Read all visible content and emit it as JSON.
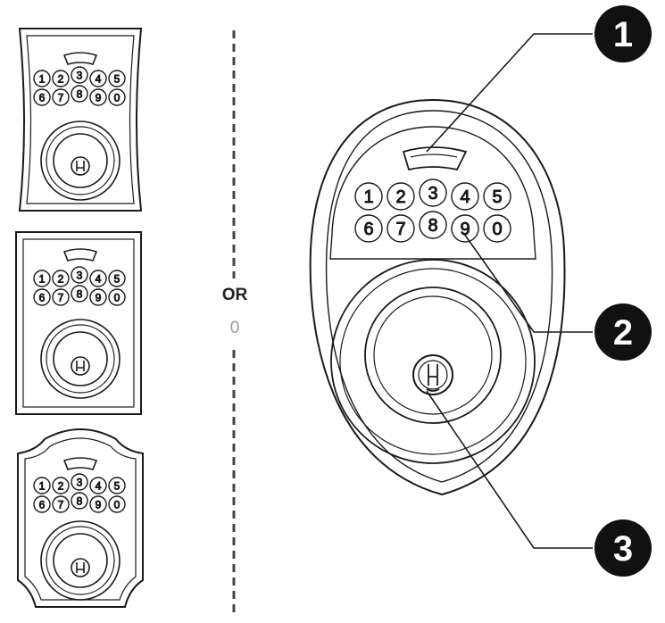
{
  "separator_text": "OR",
  "separator_subtext": "0",
  "keypad_digits": [
    "1",
    "2",
    "3",
    "4",
    "5",
    "6",
    "7",
    "8",
    "9",
    "0"
  ],
  "callouts": [
    {
      "number": "1"
    },
    {
      "number": "2"
    },
    {
      "number": "3"
    }
  ],
  "variants": [
    {
      "style": "tapered-rectangle"
    },
    {
      "style": "rectangle"
    },
    {
      "style": "arched"
    }
  ],
  "colors": {
    "ink": "#1a1a1a",
    "callout_fill": "#111111",
    "callout_text": "#ffffff",
    "separator": "#444444",
    "or_subtext": "#9a9a9a"
  }
}
